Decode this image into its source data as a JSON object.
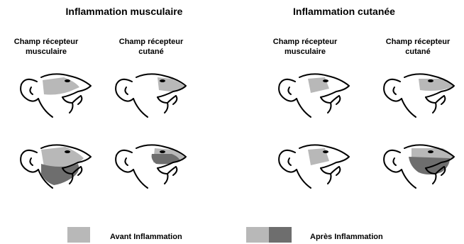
{
  "titles": {
    "left": "Inflammation musculaire",
    "right": "Inflammation cutanée"
  },
  "columns": {
    "muscle": {
      "line1": "Champ récepteur",
      "line2": "musculaire"
    },
    "cutane": {
      "line1": "Champ récepteur",
      "line2": "cutané"
    }
  },
  "legend": {
    "before": {
      "label": "Avant Inflammation",
      "color": "#b8b8b8"
    },
    "after": {
      "label": "Après Inflammation",
      "colors": [
        "#b8b8b8",
        "#6e6e6e"
      ]
    }
  },
  "colors": {
    "light": "#b8b8b8",
    "dark": "#6e6e6e",
    "outline": "#000000"
  }
}
